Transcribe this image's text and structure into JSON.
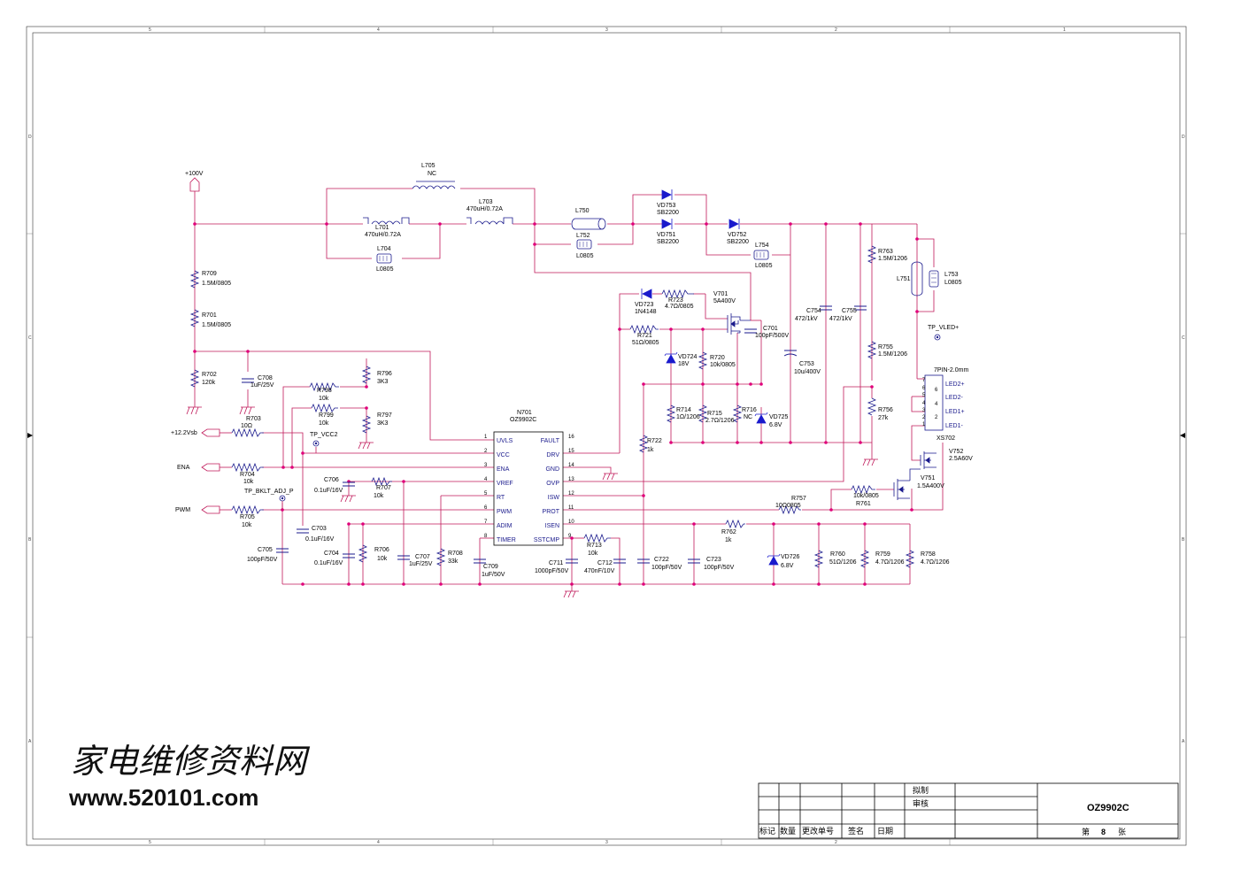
{
  "frame": {
    "col_numbers": [
      "5",
      "4",
      "3",
      "2",
      "1"
    ],
    "row_letters": [
      "D",
      "C",
      "B",
      "A"
    ]
  },
  "colors": {
    "wire": "#c0195a",
    "component": "#1a1a8c",
    "diode": "#1a1acc",
    "junction": "#e0007a",
    "text": "#000000"
  },
  "chip": {
    "ref": "N701",
    "part": "OZ9902C",
    "left_pins": [
      {
        "num": "1",
        "name": "UVLS"
      },
      {
        "num": "2",
        "name": "VCC"
      },
      {
        "num": "3",
        "name": "ENA"
      },
      {
        "num": "4",
        "name": "VREF"
      },
      {
        "num": "5",
        "name": "RT"
      },
      {
        "num": "6",
        "name": "PWM"
      },
      {
        "num": "7",
        "name": "ADIM"
      },
      {
        "num": "8",
        "name": "TIMER"
      }
    ],
    "right_pins": [
      {
        "num": "16",
        "name": "FAULT"
      },
      {
        "num": "15",
        "name": "DRV"
      },
      {
        "num": "14",
        "name": "GND"
      },
      {
        "num": "13",
        "name": "OVP"
      },
      {
        "num": "12",
        "name": "ISW"
      },
      {
        "num": "11",
        "name": "PROT"
      },
      {
        "num": "10",
        "name": "ISEN"
      },
      {
        "num": "9",
        "name": "SSTCMP"
      }
    ]
  },
  "nets": {
    "v100": "+100V",
    "v12": "+12.2Vsb",
    "ena": "ENA",
    "pwm": "PWM",
    "tp_vcc2": "TP_VCC2",
    "tp_bklt": "TP_BKLT_ADJ_P",
    "tp_vled": "TP_VLED+"
  },
  "components": {
    "L705": {
      "ref": "L705",
      "val": "NC"
    },
    "L701": {
      "ref": "L701",
      "val": "470uH/0.72A"
    },
    "L703": {
      "ref": "L703",
      "val": "470uH/0.72A"
    },
    "L704": {
      "ref": "L704",
      "val": "L0805"
    },
    "L750": {
      "ref": "L750"
    },
    "L752": {
      "ref": "L752",
      "val": "L0805"
    },
    "L754": {
      "ref": "L754",
      "val": "L0805"
    },
    "L751": {
      "ref": "L751"
    },
    "L753": {
      "ref": "L753",
      "val": "L0805"
    },
    "VD753": {
      "ref": "VD753",
      "val": "SB2200"
    },
    "VD751": {
      "ref": "VD751",
      "val": "SB2200"
    },
    "VD752": {
      "ref": "VD752",
      "val": "SB2200"
    },
    "VD723": {
      "ref": "VD723",
      "val": "1N4148"
    },
    "VD724": {
      "ref": "VD724",
      "val": "18V"
    },
    "VD725": {
      "ref": "VD725",
      "val": "6.8V"
    },
    "VD726": {
      "ref": "VD726",
      "val": "6.8V"
    },
    "R723": {
      "ref": "R723",
      "val": "4.7Ω/0805"
    },
    "R721": {
      "ref": "R721",
      "val": "51Ω/0805"
    },
    "R720": {
      "ref": "R720",
      "val": "10k/0805"
    },
    "R714": {
      "ref": "R714",
      "val": "1Ω/1206"
    },
    "R715": {
      "ref": "R715",
      "val": "2.7Ω/1206"
    },
    "R716": {
      "ref": "R716",
      "val": "NC"
    },
    "R722": {
      "ref": "R722",
      "val": "1k"
    },
    "R709": {
      "ref": "R709",
      "val": "1.5M/0805"
    },
    "R701": {
      "ref": "R701",
      "val": "1.5M/0805"
    },
    "R702": {
      "ref": "R702",
      "val": "120k"
    },
    "R703": {
      "ref": "R703",
      "val": "10Ω"
    },
    "R704": {
      "ref": "R704",
      "val": "10k"
    },
    "R705": {
      "ref": "R705",
      "val": "10k"
    },
    "R798": {
      "ref": "R798",
      "val": "10k"
    },
    "R799": {
      "ref": "R799",
      "val": "10k"
    },
    "R796": {
      "ref": "R796",
      "val": "3K3"
    },
    "R797": {
      "ref": "R797",
      "val": "3K3"
    },
    "R707": {
      "ref": "R707",
      "val": "10k"
    },
    "R706": {
      "ref": "R706",
      "val": "10k"
    },
    "R708": {
      "ref": "R708",
      "val": "33k"
    },
    "R713": {
      "ref": "R713",
      "val": "10k"
    },
    "R762": {
      "ref": "R762",
      "val": "1k"
    },
    "R757": {
      "ref": "R757",
      "val": "10Ω0805"
    },
    "R761": {
      "ref": "R761",
      "val": "10k/0805"
    },
    "R760": {
      "ref": "R760",
      "val": "51Ω/1206"
    },
    "R759": {
      "ref": "R759",
      "val": "4.7Ω/1206"
    },
    "R758": {
      "ref": "R758",
      "val": "4.7Ω/1206"
    },
    "R763": {
      "ref": "R763",
      "val": "1.5M/1206"
    },
    "R755": {
      "ref": "R755",
      "val": "1.5M/1206"
    },
    "R756": {
      "ref": "R756",
      "val": "27k"
    },
    "C708": {
      "ref": "C708",
      "val": "1uF/25V"
    },
    "C706": {
      "ref": "C706",
      "val": "0.1uF/16V"
    },
    "C703": {
      "ref": "C703",
      "val": "0.1uF/16V"
    },
    "C704": {
      "ref": "C704",
      "val": "0.1uF/16V"
    },
    "C705": {
      "ref": "C705",
      "val": "100pF/50V"
    },
    "C707": {
      "ref": "C707",
      "val": "1uF/25V"
    },
    "C709": {
      "ref": "C709",
      "val": "1uF/50V"
    },
    "C711": {
      "ref": "C711",
      "val": "1000pF/50V"
    },
    "C712": {
      "ref": "C712",
      "val": "470nF/10V"
    },
    "C722": {
      "ref": "C722",
      "val": "100pF/50V"
    },
    "C723": {
      "ref": "C723",
      "val": "100pF/50V"
    },
    "C701": {
      "ref": "C701",
      "val": "100pF/500V"
    },
    "C753": {
      "ref": "C753",
      "val": "10u/400V"
    },
    "C754": {
      "ref": "C754",
      "val": "472/1kV"
    },
    "C755": {
      "ref": "C755",
      "val": "472/1kV"
    },
    "V701": {
      "ref": "V701",
      "val": "5A400V"
    },
    "V752": {
      "ref": "V752",
      "val": "2.5A60V"
    },
    "V751": {
      "ref": "V751",
      "val": "1.5A400V"
    }
  },
  "connector": {
    "title": "7PIN-2.0mm",
    "ref": "XS702",
    "pins": [
      "7",
      "6",
      "5",
      "4",
      "3",
      "2",
      "1"
    ],
    "labels": [
      "LED2+",
      "LED2-",
      "LED1+",
      "LED1-"
    ]
  },
  "watermark": {
    "title": "家电维修资料网",
    "url": "www.520101.com"
  },
  "title_block": {
    "row_headers": [
      "标记",
      "数量",
      "更改单号",
      "签名",
      "日期"
    ],
    "roles": [
      "拟制",
      "审核"
    ],
    "drawing_title": "OZ9902C",
    "sheet_prefix": "第",
    "sheet_number": "8",
    "sheet_suffix": "张"
  }
}
